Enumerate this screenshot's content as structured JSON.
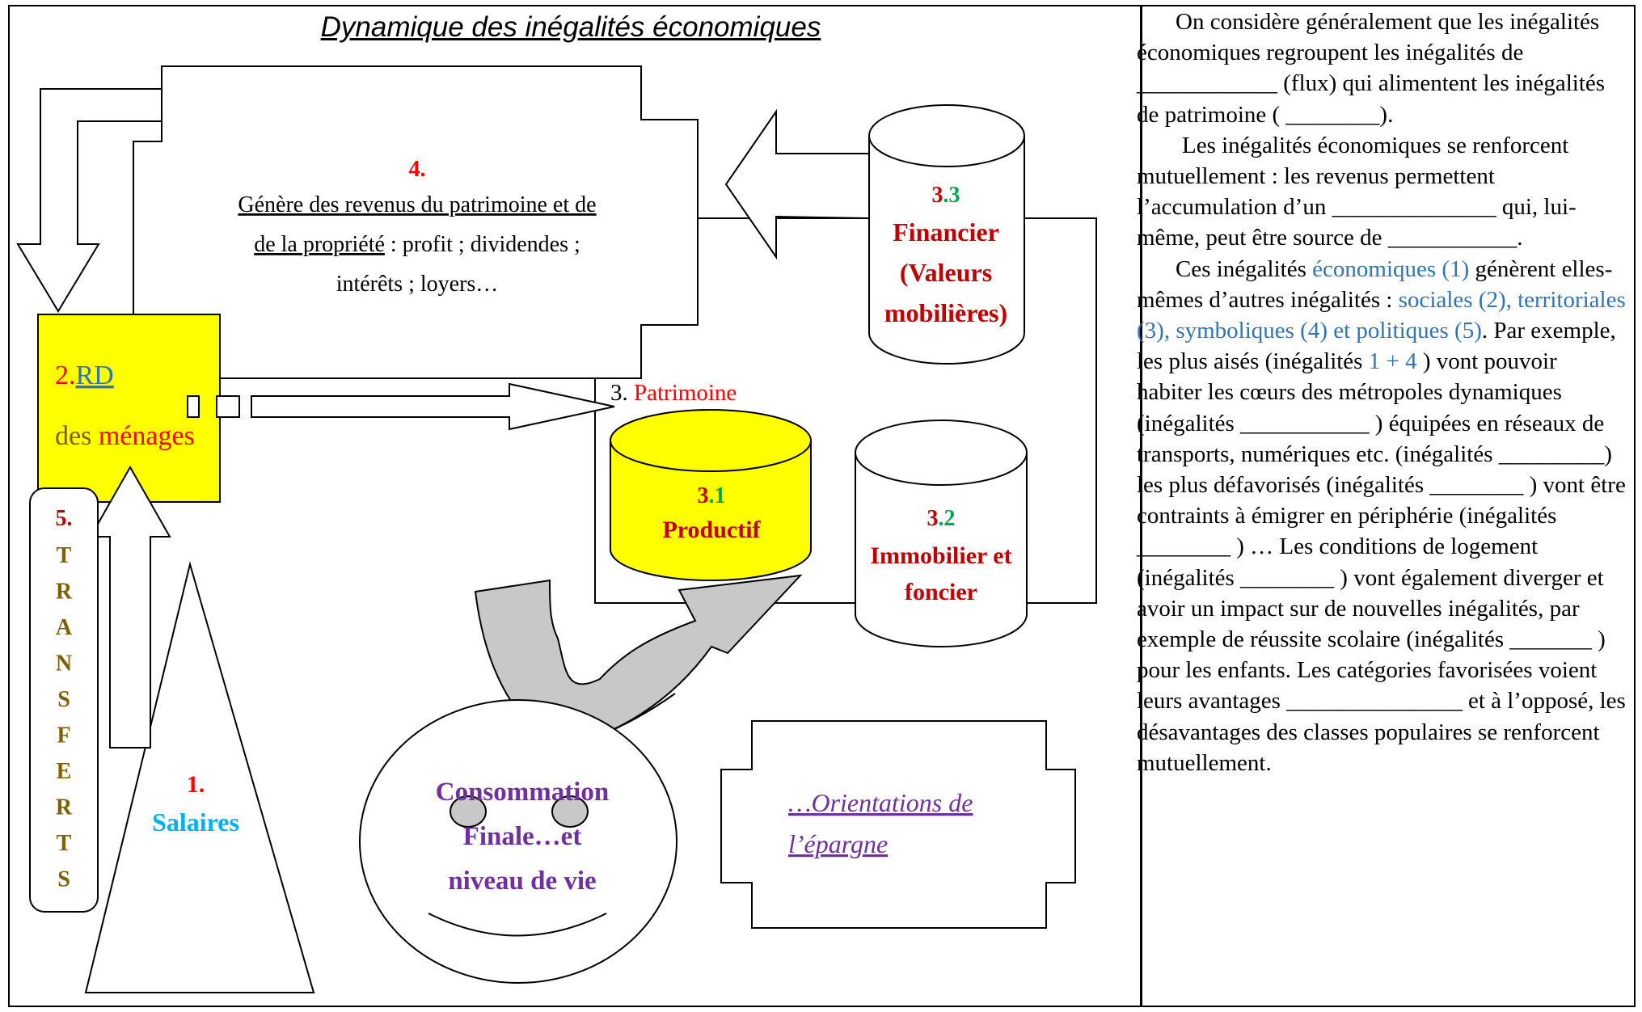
{
  "title": "Dynamique des inégalités économiques",
  "boxes": {
    "revenus_patrimoine": {
      "num": "4.",
      "line1": "Génère des revenus du patrimoine et de",
      "line2a": "de la propriété",
      "line2b": " : profit ; dividendes ;",
      "line3": "intérêts ; loyers…"
    },
    "rd": {
      "num": "2.",
      "abbr": "RD",
      "des": "des",
      "menages": "ménages"
    },
    "transferts": {
      "num": "5.",
      "letters": [
        "T",
        "R",
        "A",
        "N",
        "S",
        "F",
        "E",
        "R",
        "T",
        "S"
      ]
    },
    "salaires": {
      "num": "1.",
      "label": "Salaires"
    },
    "patrimoine": {
      "num": "3.",
      "label": "Patrimoine"
    },
    "productif": {
      "num_a": "3",
      "num_b": ".1",
      "label": "Productif"
    },
    "financier": {
      "num_a": "3",
      "num_b": ".3",
      "line1": "Financier",
      "line2": "(Valeurs",
      "line3": "mobilières)"
    },
    "immobilier": {
      "num_a": "3",
      "num_b": ".2",
      "line1": "Immobilier et",
      "line2": "foncier"
    },
    "consommation": {
      "line1": "Consommation",
      "line2": "Finale…et",
      "line3": "niveau de vie"
    },
    "orientations": {
      "line1": "…Orientations de",
      "line2": "l’épargne"
    }
  },
  "side_text": {
    "p1": "On considère généralement que les inégalités économiques regroupent les inégalités de ____________ (flux) qui alimentent les inégalités de patrimoine ( ________).",
    "p2": "Les inégalités économiques se renforcent mutuellement : les revenus permettent l’accumulation d’un ______________ qui, lui-même, peut être source de ___________.",
    "p3_a": "Ces inégalités ",
    "p3_b": "économiques (1)",
    "p3_c": " génèrent elles-mêmes d’autres inégalités : ",
    "p3_d": "sociales (2), territoriales (3), symboliques (4) et politiques (5)",
    "p3_e": ". Par exemple, les plus aisés (inégalités ",
    "p3_f": "1 + 4",
    "p3_g": " ) vont pouvoir habiter les cœurs des métropoles dynamiques (inégalités ___________ ) équipées en réseaux de transports, numériques etc.  (inégalités _________) les plus défavorisés (inégalités ________ ) vont être contraints à émigrer en périphérie (inégalités ________ ) … Les conditions de logement (inégalités ________ ) vont également diverger et avoir un impact sur de nouvelles inégalités, par exemple de réussite scolaire (inégalités _______ ) pour les enfants. Les catégories favorisées voient leurs avantages _______________ et à l’opposé, les désavantages des classes populaires se renforcent mutuellement."
  },
  "colors": {
    "red": "#ff0000",
    "dark_red": "#c00000",
    "green": "#00a651",
    "blue_link": "#2f74b5",
    "cyan": "#00b0f0",
    "purple": "#7030a0",
    "olive": "#7f6000",
    "yellow": "#ffff00",
    "gray": "#c8c8c8"
  }
}
